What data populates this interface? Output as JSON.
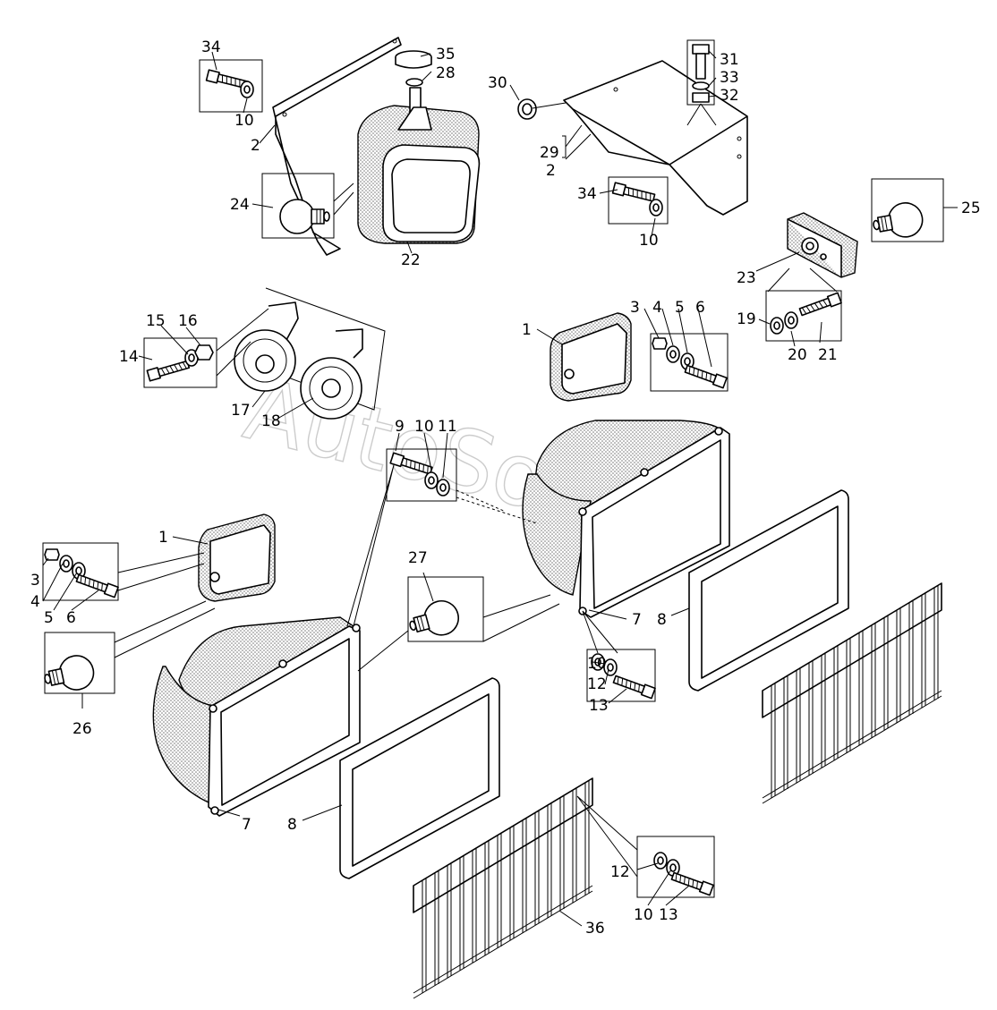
{
  "watermark": "AutoSoft.ru",
  "callouts": [
    {
      "id": "c34a",
      "text": "34"
    },
    {
      "id": "c10a",
      "text": "10"
    },
    {
      "id": "c2a",
      "text": "2"
    },
    {
      "id": "c35",
      "text": "35"
    },
    {
      "id": "c28",
      "text": "28"
    },
    {
      "id": "c24",
      "text": "24"
    },
    {
      "id": "c22",
      "text": "22"
    },
    {
      "id": "c30",
      "text": "30"
    },
    {
      "id": "c29",
      "text": "29"
    },
    {
      "id": "c2b",
      "text": "2"
    },
    {
      "id": "c31",
      "text": "31"
    },
    {
      "id": "c33",
      "text": "33"
    },
    {
      "id": "c32",
      "text": "32"
    },
    {
      "id": "c34b",
      "text": "34"
    },
    {
      "id": "c10b",
      "text": "10"
    },
    {
      "id": "c25",
      "text": "25"
    },
    {
      "id": "c23",
      "text": "23"
    },
    {
      "id": "c19",
      "text": "19"
    },
    {
      "id": "c20",
      "text": "20"
    },
    {
      "id": "c21",
      "text": "21"
    },
    {
      "id": "c15",
      "text": "15"
    },
    {
      "id": "c16",
      "text": "16"
    },
    {
      "id": "c14",
      "text": "14"
    },
    {
      "id": "c17",
      "text": "17"
    },
    {
      "id": "c18",
      "text": "18"
    },
    {
      "id": "c1a",
      "text": "1"
    },
    {
      "id": "c3a",
      "text": "3"
    },
    {
      "id": "c4a",
      "text": "4"
    },
    {
      "id": "c5a",
      "text": "5"
    },
    {
      "id": "c6a",
      "text": "6"
    },
    {
      "id": "c9",
      "text": "9"
    },
    {
      "id": "c10c",
      "text": "10"
    },
    {
      "id": "c11",
      "text": "11"
    },
    {
      "id": "c1b",
      "text": "1"
    },
    {
      "id": "c3b",
      "text": "3"
    },
    {
      "id": "c4b",
      "text": "4"
    },
    {
      "id": "c5b",
      "text": "5"
    },
    {
      "id": "c6b",
      "text": "6"
    },
    {
      "id": "c27",
      "text": "27"
    },
    {
      "id": "c26",
      "text": "26"
    },
    {
      "id": "c7a",
      "text": "7"
    },
    {
      "id": "c8a",
      "text": "8"
    },
    {
      "id": "c10d",
      "text": "10"
    },
    {
      "id": "c12a",
      "text": "12"
    },
    {
      "id": "c13a",
      "text": "13"
    },
    {
      "id": "c7b",
      "text": "7"
    },
    {
      "id": "c8b",
      "text": "8"
    },
    {
      "id": "c12b",
      "text": "12"
    },
    {
      "id": "c10e",
      "text": "10"
    },
    {
      "id": "c13b",
      "text": "13"
    },
    {
      "id": "c36",
      "text": "36"
    }
  ]
}
